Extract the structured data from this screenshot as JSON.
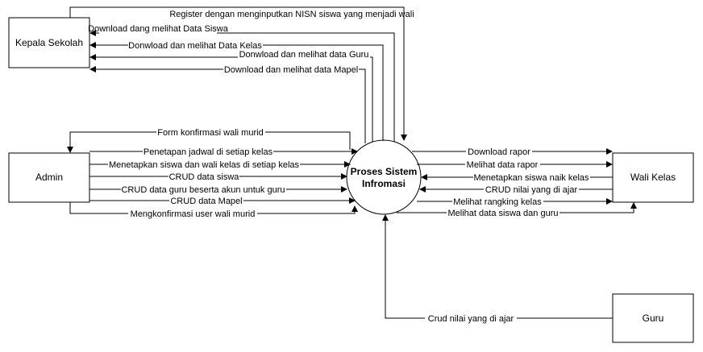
{
  "entities": {
    "kepala_sekolah": "Kepala Sekolah",
    "admin": "Admin",
    "wali_kelas": "Wali Kelas",
    "guru": "Guru"
  },
  "process": {
    "line1": "Proses Sistem",
    "line2": "Infromasi"
  },
  "flows": {
    "register": "Register dengan menginputkan NISN siswa yang menjadi wali",
    "download_siswa": "Download dang melihat Data Siswa",
    "download_kelas": "Donwload dan melihat Data Kelas",
    "download_guru": "Donwload dan melihat data Guru",
    "download_mapel": "Download dan melihat data Mapel",
    "form_konfirmasi": "Form konfirmasi wali murid",
    "jadwal": "Penetapan jadwal di setiap kelas",
    "menetapkan_wali": "Menetapkan siswa dan wali kelas di setiap kelas",
    "crud_siswa": "CRUD data siswa",
    "crud_guru": "CRUD data guru beserta akun untuk guru",
    "crud_mapel": "CRUD data Mapel",
    "konfirmasi_user": "Mengkonfirmasi user wali murid",
    "download_rapor": "Download rapor",
    "melihat_rapor": "Melihat data rapor",
    "naik_kelas": "Menetapkan siswa naik kelas",
    "nilai_wk": "CRUD nilai yang di ajar",
    "rangking": "Melihat rangking kelas",
    "lihat_siswa_guru": "Melihat data siswa dan guru",
    "crud_nilai_guru": "Crud nilai yang di ajar"
  }
}
